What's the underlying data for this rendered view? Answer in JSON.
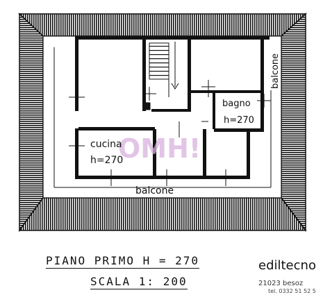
{
  "plan": {
    "rooms": {
      "cucina": "cucina",
      "cucina_height": "h=270",
      "bagno": "bagno",
      "bagno_height": "h=270",
      "balcone_bottom": "balcone",
      "balcone_right": "balcone"
    },
    "watermark": "OMH!"
  },
  "caption": {
    "title": "PIANO PRIMO   H = 270",
    "scale": "SCALA  1: 200"
  },
  "brand": {
    "name": "ediltecno",
    "address": "21023 besoz",
    "phone": "tel. 0332 51 52 5"
  }
}
